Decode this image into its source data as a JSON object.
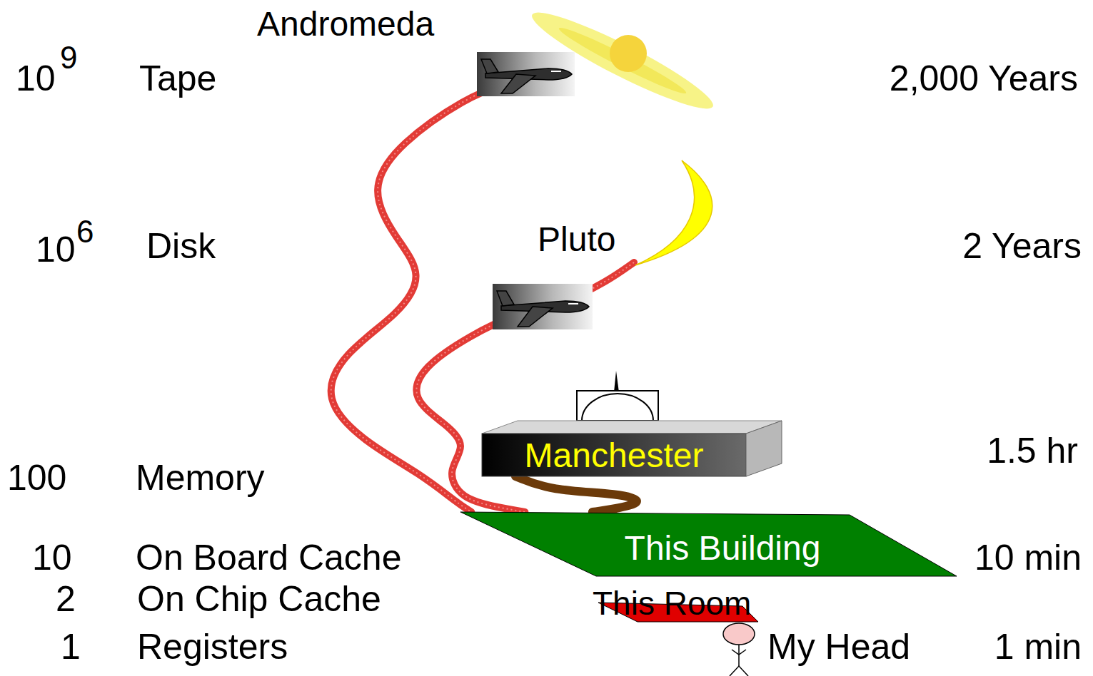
{
  "diagram": {
    "nodes": [
      {
        "text": [
          "Andromeda"
        ]
      },
      {
        "text": [
          "Pluto"
        ]
      },
      {
        "text": [
          "Manchester"
        ]
      },
      {
        "text": [
          "This Building"
        ]
      },
      {
        "text": [
          "This Room"
        ]
      }
    ],
    "edges": [
      {
        "from": 0,
        "to": 3,
        "arrow": "none"
      },
      {
        "from": 1,
        "to": 3,
        "arrow": "none"
      },
      {
        "from": 2,
        "to": 3,
        "arrow": "none"
      }
    ],
    "labels": [
      "10",
      "9",
      "Tape",
      "2,000 Years",
      "10",
      "6",
      "Disk",
      "2 Years",
      "100",
      "Memory",
      "1.5 hr",
      "10",
      "On Board Cache",
      "10 min",
      "2",
      "On Chip Cache",
      "1",
      "Registers",
      "My Head",
      "1 min"
    ]
  }
}
